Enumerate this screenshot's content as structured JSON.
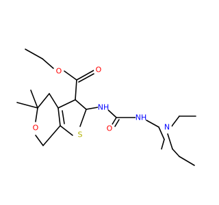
{
  "colors": {
    "background": "#ffffff",
    "bond": "#000000",
    "oxygen": "#ff0000",
    "nitrogen": "#0000ff",
    "sulfur": "#b2b200",
    "carbon_label": "#000000"
  },
  "atoms": {
    "ester_o": "O",
    "carbonyl_o": "O",
    "ring_o": "O",
    "urea_o": "O",
    "sulfur": "S",
    "nh_left": "NH",
    "nh_right": "NH",
    "amine_n": "N"
  }
}
